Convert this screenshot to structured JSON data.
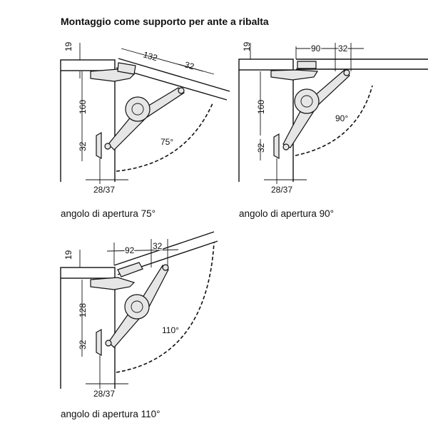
{
  "title": "Montaggio come supporto per ante a ribalta",
  "panels": [
    {
      "caption": "angolo di apertura 75°",
      "angle": "75°",
      "dim_top": "19",
      "dim_height": "160",
      "dim_base": "32",
      "dim_offset": "28/37",
      "dim_lid": "132",
      "dim_lid2": "32"
    },
    {
      "caption": "angolo di apertura 90°",
      "angle": "90°",
      "dim_top": "19",
      "dim_height": "160",
      "dim_base": "32",
      "dim_offset": "28/37",
      "dim_lid": "90",
      "dim_lid2": "32"
    },
    {
      "caption": "angolo di apertura 110°",
      "angle": "110°",
      "dim_top": "19",
      "dim_height": "128",
      "dim_base": "32",
      "dim_offset": "28/37",
      "dim_lid": "92",
      "dim_lid2": "32"
    }
  ]
}
